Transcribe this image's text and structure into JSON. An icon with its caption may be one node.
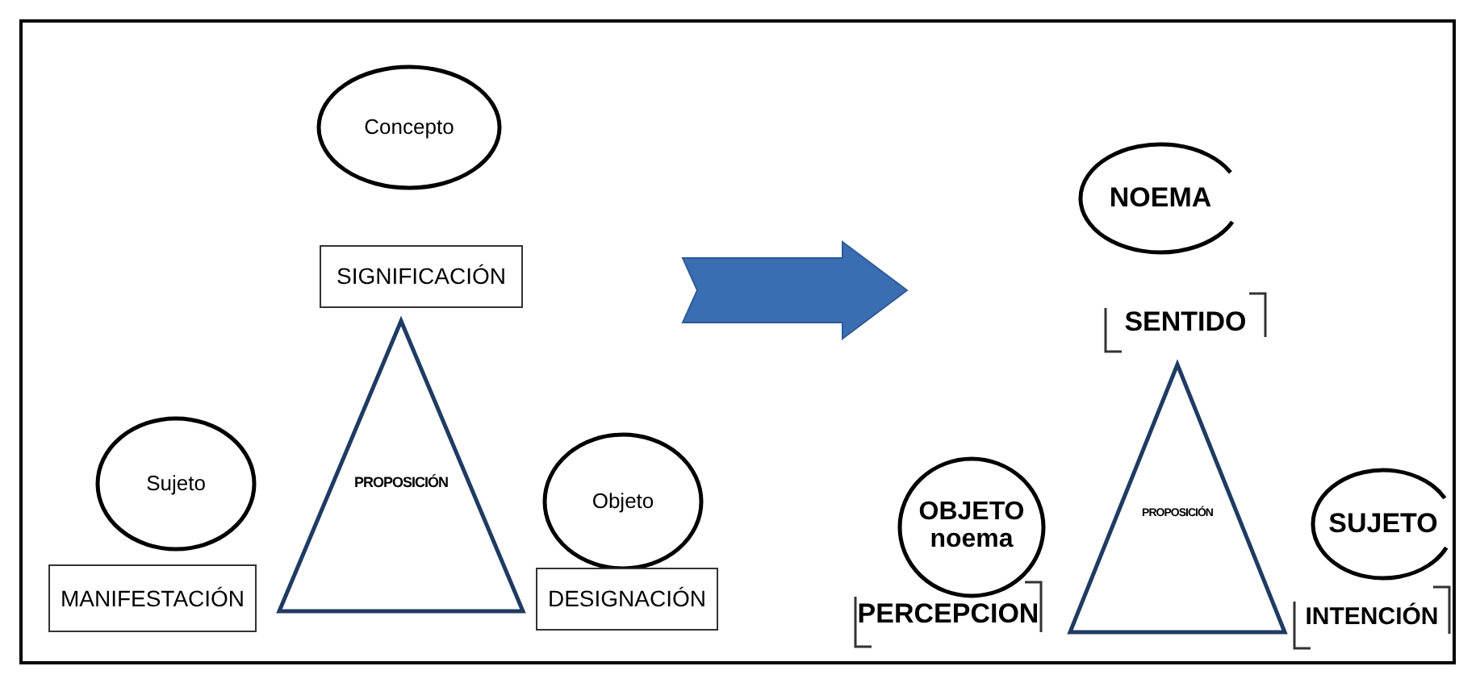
{
  "diagram": {
    "nodes": [
      {
        "text": [
          "Concepto"
        ]
      },
      {
        "text": [
          "SIGNIFICACIÓN"
        ]
      },
      {
        "text": [
          "Sujeto"
        ]
      },
      {
        "text": [
          "PROPOSICIÓN"
        ]
      },
      {
        "text": [
          "Objeto"
        ]
      },
      {
        "text": [
          "MANIFESTACIÓN"
        ]
      },
      {
        "text": [
          "DESIGNACIÓN"
        ]
      },
      {
        "text": [
          "NOEMA"
        ]
      },
      {
        "text": [
          "SENTIDO"
        ]
      },
      {
        "text": [
          "OBJETO noema"
        ]
      },
      {
        "text": [
          "PROPOSICIÓN"
        ]
      },
      {
        "text": [
          "SUJETO"
        ]
      },
      {
        "text": [
          "PERCEPCION"
        ]
      },
      {
        "text": [
          "INTENCIÓN"
        ]
      }
    ]
  }
}
